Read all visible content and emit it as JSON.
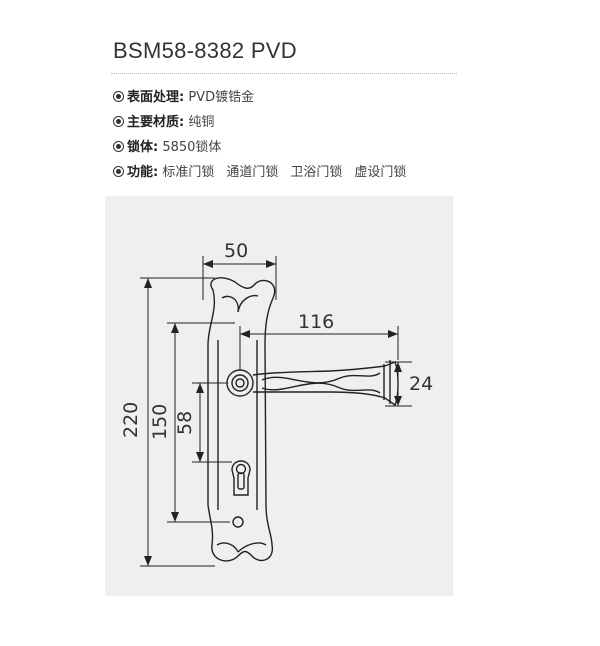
{
  "title": "BSM58-8382 PVD",
  "specs": [
    {
      "icon": "finish-icon",
      "key": "表面处理:",
      "value": "PVD镀锆金"
    },
    {
      "icon": "material-icon",
      "key": "主要材质:",
      "value": "纯铜"
    },
    {
      "icon": "lockbody-icon",
      "key": "锁体:",
      "value": "5850锁体"
    },
    {
      "icon": "function-icon",
      "key": "功能:",
      "options": [
        "标准门锁",
        "通道门锁",
        "卫浴门锁",
        "虚设门锁"
      ]
    }
  ],
  "dimensions": {
    "width": "50",
    "lever_length": "116",
    "lever_height": "24",
    "plate_height": "220",
    "screw_spacing": "150",
    "center_distance": "58"
  }
}
